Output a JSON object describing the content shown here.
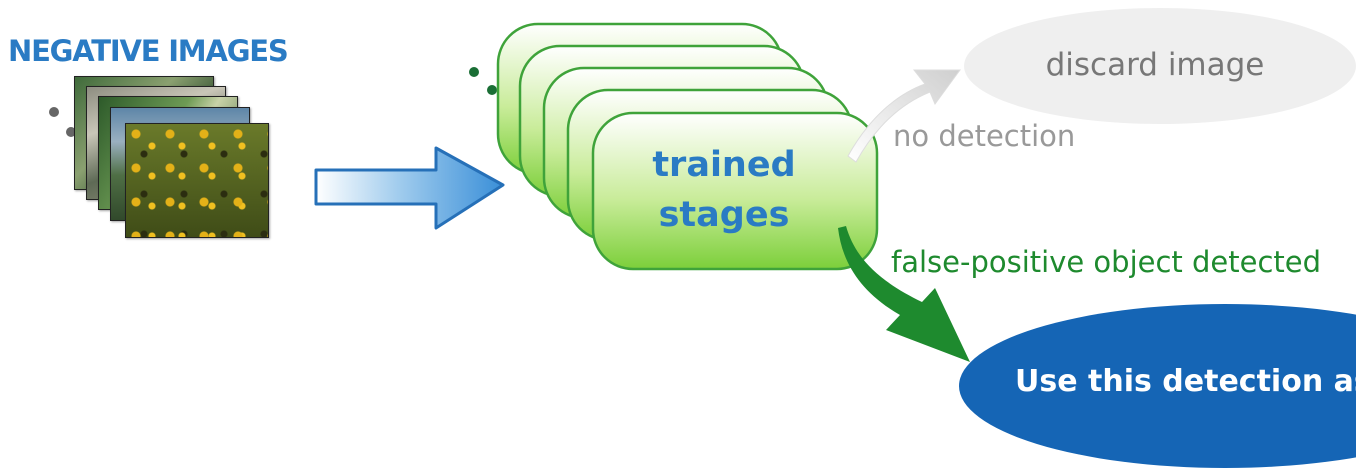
{
  "title": "NEGATIVE IMAGES",
  "stages": {
    "line1": "trained",
    "line2": "stages"
  },
  "discard": {
    "label": "discard image"
  },
  "no_detection": {
    "label": "no detection"
  },
  "false_positive": {
    "label": "false-positive object detected"
  },
  "use_detection": {
    "label": "Use this detection as a"
  },
  "colors": {
    "title_blue": "#2a7bc4",
    "stage_green": "#7ccf3a",
    "arrow_green": "#1e8a2e",
    "ellipse_blue": "#1565b5",
    "discard_gray": "#efefef"
  }
}
